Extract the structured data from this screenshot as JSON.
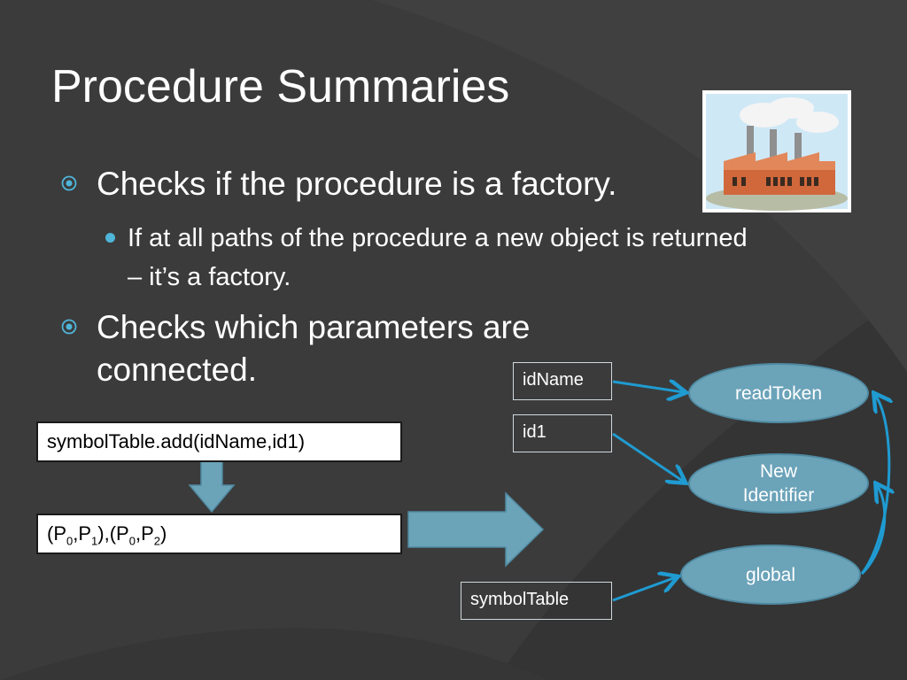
{
  "slide": {
    "title": "Procedure Summaries",
    "bullets": [
      {
        "text": "Checks if the procedure is a factory."
      },
      {
        "text": "Checks which parameters are connected."
      }
    ],
    "sub_bullet": "If at all paths of the procedure a new object is returned – it’s a factory."
  },
  "diagram": {
    "code_box": "symbolTable.add(idName,id1)",
    "pairs_box": {
      "open1": "(P",
      "sub1": "0",
      "mid1": ",P",
      "sub2": "1",
      "close1": "),(P",
      "sub3": "0",
      "mid2": ",P",
      "sub4": "2",
      "close2": ")"
    },
    "params": [
      "idName",
      "id1",
      "symbolTable"
    ],
    "nodes": [
      "readToken",
      "New Identifier",
      "global"
    ]
  },
  "colors": {
    "background": "#3a3a3a",
    "accent": "#4fb5d9",
    "node_fill": "#6ba3b9",
    "arrow_fill": "#6ba3b9",
    "connector": "#1f9bd1"
  },
  "icons": {
    "bullet": "circle-bullet-icon",
    "clipart": "factory-clipart"
  }
}
